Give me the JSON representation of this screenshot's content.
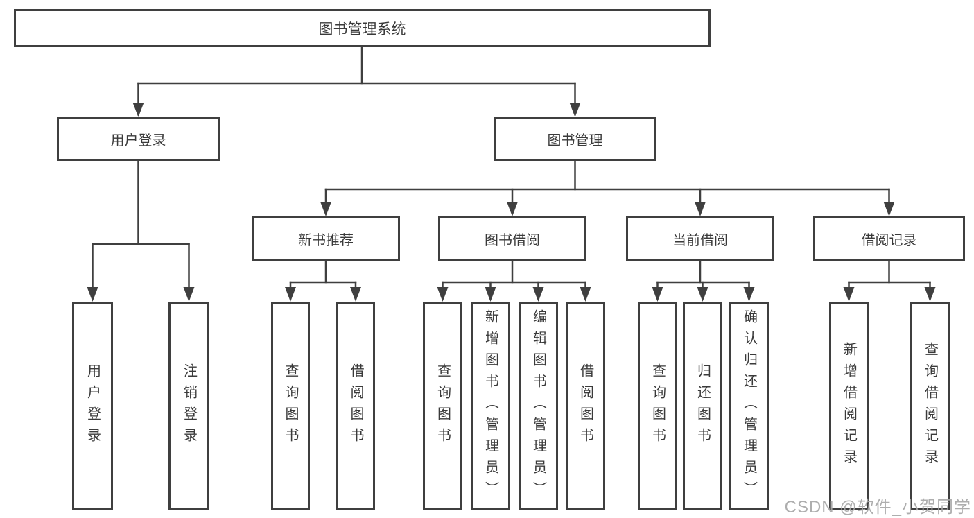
{
  "colors": {
    "background": "#ffffff",
    "line": "#3f3f3f",
    "text": "#3a3a3a",
    "watermark": "#a7a7a7"
  },
  "diagram": {
    "root": {
      "label": "图书管理系统"
    },
    "branches": [
      {
        "label": "用户登录"
      },
      {
        "label": "图书管理"
      }
    ],
    "modules": [
      {
        "label": "新书推荐"
      },
      {
        "label": "图书借阅"
      },
      {
        "label": "当前借阅"
      },
      {
        "label": "借阅记录"
      }
    ],
    "leaves": [
      {
        "label": "用户登录"
      },
      {
        "label": "注销登录"
      },
      {
        "label": "查询图书"
      },
      {
        "label": "借阅图书"
      },
      {
        "label": "查询图书"
      },
      {
        "label": "新增图书（管理员）"
      },
      {
        "label": "编辑图书（管理员）"
      },
      {
        "label": "借阅图书"
      },
      {
        "label": "查询图书"
      },
      {
        "label": "归还图书"
      },
      {
        "label": "确认归还（管理员）"
      },
      {
        "label": "新增借阅记录"
      },
      {
        "label": "查询借阅记录"
      }
    ]
  },
  "watermark": {
    "text": "CSDN @软件_小贺同学"
  }
}
